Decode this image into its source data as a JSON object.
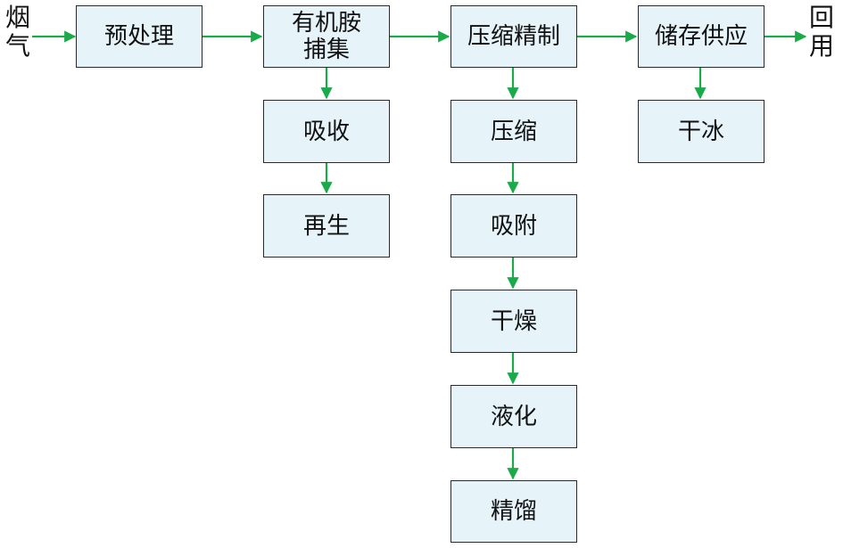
{
  "colors": {
    "box_fill": "#e6f4fa",
    "box_border": "#2a2a2a",
    "arrow": "#1aaa4a"
  },
  "input_label": [
    "烟",
    "气"
  ],
  "output_label": [
    "回",
    "用"
  ],
  "nodes": {
    "pretreatment": "预处理",
    "amine_capture": [
      "有机胺",
      "捕集"
    ],
    "absorption": "吸收",
    "regeneration": "再生",
    "compression_refining": "压缩精制",
    "compression": "压缩",
    "adsorption": "吸附",
    "drying": "干燥",
    "liquefaction": "液化",
    "rectification": "精馏",
    "storage_supply": "储存供应",
    "dry_ice": "干冰"
  }
}
